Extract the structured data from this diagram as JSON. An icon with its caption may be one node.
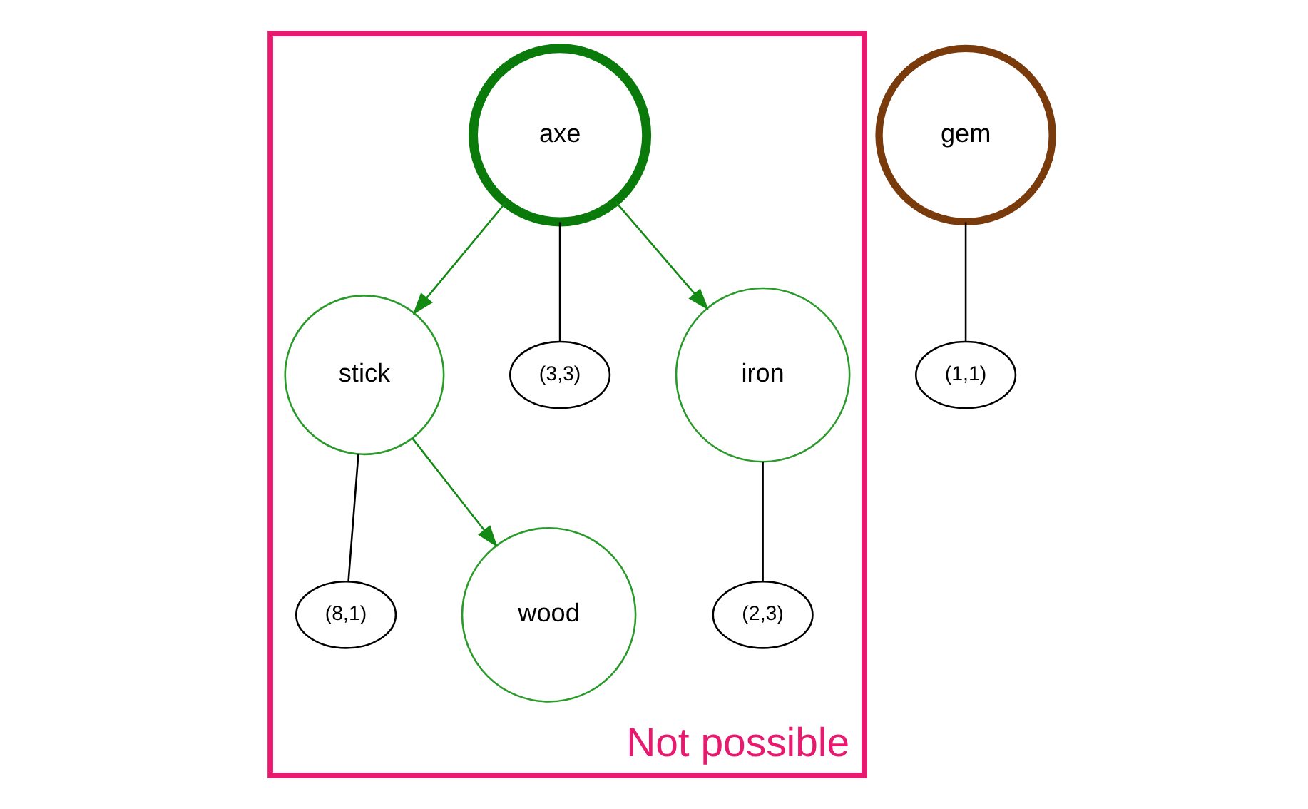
{
  "diagram": {
    "nodes": [
      {
        "text": [
          "Not possible"
        ]
      },
      {
        "text": [
          "axe"
        ],
        "in": 0
      },
      {
        "text": [
          "stick"
        ],
        "in": 0
      },
      {
        "text": [
          "(3,3)"
        ],
        "in": 0
      },
      {
        "text": [
          "iron"
        ],
        "in": 0
      },
      {
        "text": [
          "(8,1)"
        ],
        "in": 0
      },
      {
        "text": [
          "(2,3)"
        ],
        "in": 0
      },
      {
        "text": [
          "wood"
        ],
        "in": 0
      },
      {
        "text": [
          "gem"
        ]
      },
      {
        "text": [
          "(1,1)"
        ]
      }
    ],
    "edges": [
      {
        "from": 1,
        "to": 2,
        "arrow": "to",
        "color": "#138a13"
      },
      {
        "from": 1,
        "to": 3,
        "arrow": "none"
      },
      {
        "from": 1,
        "to": 4,
        "arrow": "to",
        "color": "#138a13"
      },
      {
        "from": 2,
        "to": 5,
        "arrow": "none"
      },
      {
        "from": 2,
        "to": 7,
        "arrow": "to",
        "color": "#138a13"
      },
      {
        "from": 4,
        "to": 6,
        "arrow": "none"
      },
      {
        "from": 8,
        "to": 9,
        "arrow": "none"
      }
    ]
  }
}
